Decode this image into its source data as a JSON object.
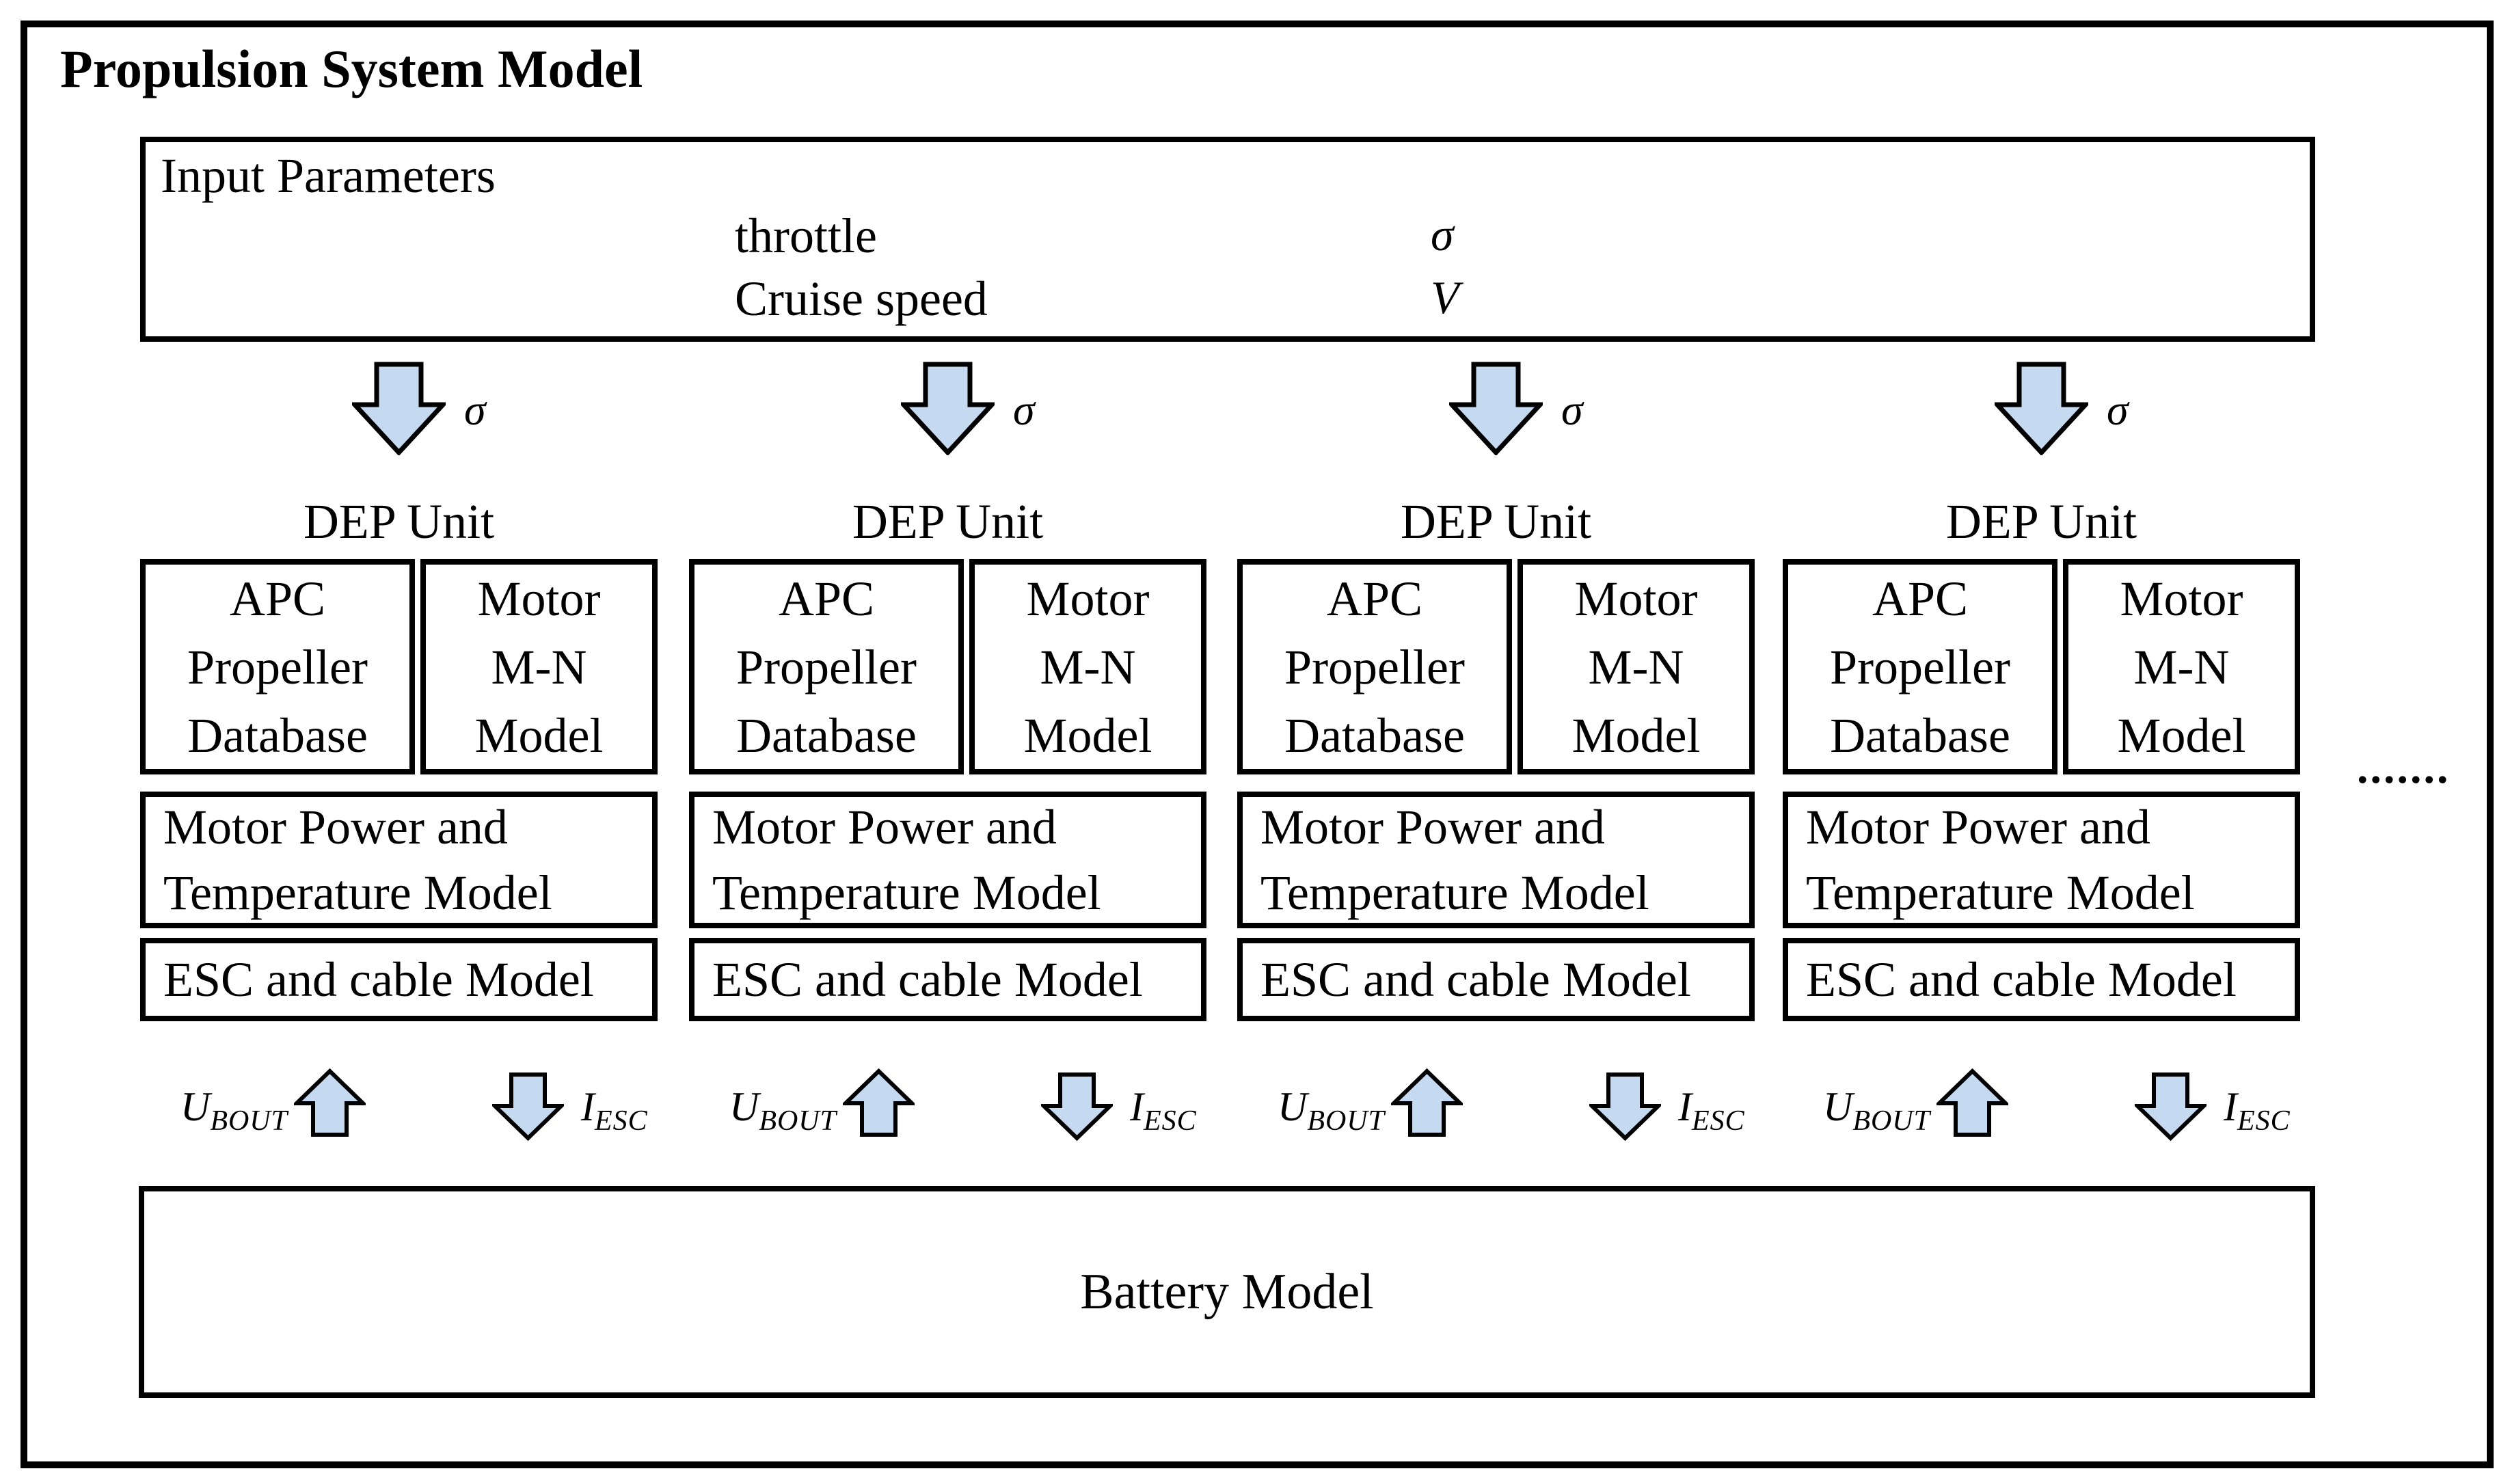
{
  "title": "Propulsion System Model",
  "input_box": {
    "label": "Input Parameters",
    "rows": [
      {
        "name": "throttle",
        "symbol": "σ"
      },
      {
        "name": "Cruise speed",
        "symbol": "V"
      }
    ]
  },
  "units": [
    {
      "sigma": "σ",
      "dep_label": "DEP Unit",
      "apc_lines": [
        "APC",
        "Propeller",
        "Database"
      ],
      "mn_lines": [
        "Motor",
        "M-N",
        "Model"
      ],
      "mpt_lines": [
        "Motor Power and",
        "Temperature Model"
      ],
      "esc_label": "ESC and cable Model"
    },
    {
      "sigma": "σ",
      "dep_label": "DEP Unit",
      "apc_lines": [
        "APC",
        "Propeller",
        "Database"
      ],
      "mn_lines": [
        "Motor",
        "M-N",
        "Model"
      ],
      "mpt_lines": [
        "Motor Power and",
        "Temperature Model"
      ],
      "esc_label": "ESC and cable Model"
    },
    {
      "sigma": "σ",
      "dep_label": "DEP Unit",
      "apc_lines": [
        "APC",
        "Propeller",
        "Database"
      ],
      "mn_lines": [
        "Motor",
        "M-N",
        "Model"
      ],
      "mpt_lines": [
        "Motor Power and",
        "Temperature Model"
      ],
      "esc_label": "ESC and cable Model"
    },
    {
      "sigma": "σ",
      "dep_label": "DEP Unit",
      "apc_lines": [
        "APC",
        "Propeller",
        "Database"
      ],
      "mn_lines": [
        "Motor",
        "M-N",
        "Model"
      ],
      "mpt_lines": [
        "Motor Power and",
        "Temperature Model"
      ],
      "esc_label": "ESC and cable Model"
    }
  ],
  "ports": {
    "u_main": "U",
    "u_sub": "BOUT",
    "i_main": "I",
    "i_sub": "ESC"
  },
  "battery_label": "Battery Model",
  "ellipsis": ".......",
  "colors": {
    "arrow_fill": "#C5DAF1",
    "arrow_stroke": "#000000"
  }
}
